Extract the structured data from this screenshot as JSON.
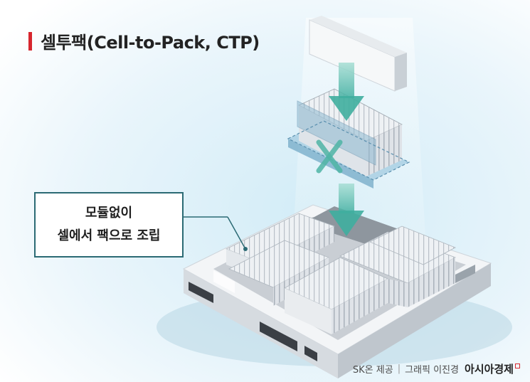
{
  "title": "셀투팩(Cell-to-Pack, CTP)",
  "callout": {
    "line1": "모듈없이",
    "line2": "셀에서 팩으로 조립"
  },
  "credit": {
    "source": "SK온 제공",
    "separator": "|",
    "graphic": "그래픽 이진경",
    "publisher": "아시아경제"
  },
  "colors": {
    "accent": "#d7262e",
    "arrow": "#4fb5a6",
    "callout_border": "#2b6a74",
    "background_glow": "#cfe9f5"
  }
}
